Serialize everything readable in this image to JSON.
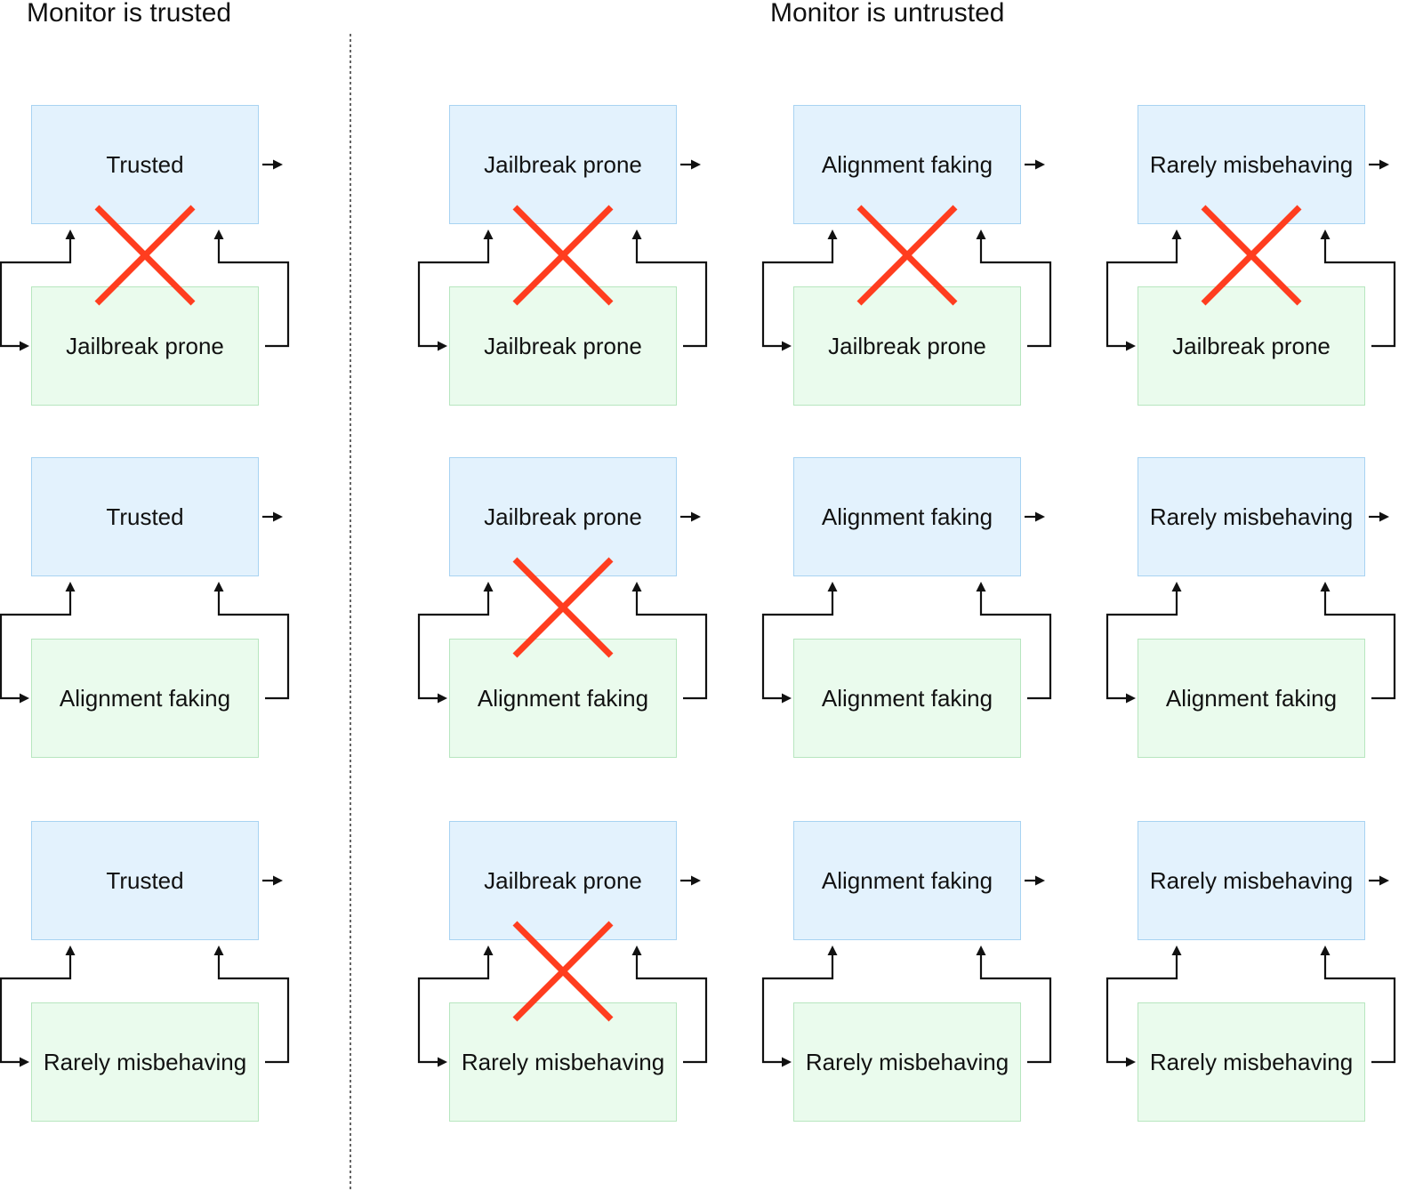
{
  "titles": {
    "trusted": "Monitor is trusted",
    "untrusted": "Monitor is untrusted"
  },
  "colors": {
    "monitor_fill": "#e3f2fd",
    "policy_fill": "#eafbed",
    "cross": "#ff3d1f",
    "line": "#111111"
  },
  "columns": [
    {
      "monitor_label": "Trusted",
      "rows": [
        {
          "policy_label": "Jailbreak prone",
          "crossed": true
        },
        {
          "policy_label": "Alignment faking",
          "crossed": false
        },
        {
          "policy_label": "Rarely misbehaving",
          "crossed": false
        }
      ]
    },
    {
      "monitor_label": "Jailbreak prone",
      "rows": [
        {
          "policy_label": "Jailbreak prone",
          "crossed": true
        },
        {
          "policy_label": "Alignment faking",
          "crossed": true
        },
        {
          "policy_label": "Rarely misbehaving",
          "crossed": true
        }
      ]
    },
    {
      "monitor_label": "Alignment faking",
      "rows": [
        {
          "policy_label": "Jailbreak prone",
          "crossed": true
        },
        {
          "policy_label": "Alignment faking",
          "crossed": false
        },
        {
          "policy_label": "Rarely misbehaving",
          "crossed": false
        }
      ]
    },
    {
      "monitor_label": "Rarely misbehaving",
      "rows": [
        {
          "policy_label": "Jailbreak prone",
          "crossed": true
        },
        {
          "policy_label": "Alignment faking",
          "crossed": false
        },
        {
          "policy_label": "Rarely misbehaving",
          "crossed": false
        }
      ]
    }
  ]
}
